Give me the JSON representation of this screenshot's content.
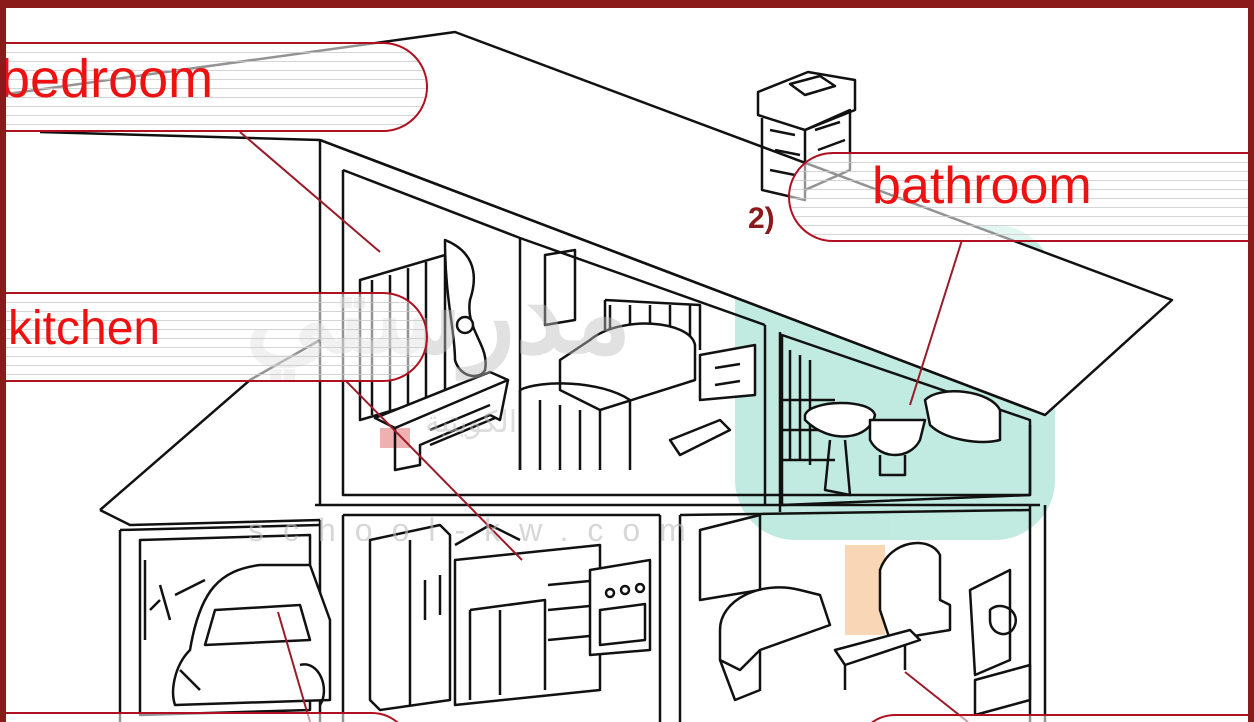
{
  "labels": {
    "bedroom": "bedroom",
    "kitchen": "kitchen",
    "bathroom": "bathroom"
  },
  "markers": {
    "bathroom_number": "2)"
  },
  "watermark": {
    "logo_text": "مدرستي",
    "subtitle": "الكويتية",
    "url": "school-kw.com"
  },
  "colors": {
    "frame": "#8b1a1a",
    "label_text": "#ee1111",
    "label_border": "#b01020",
    "pointer_line": "#9a1c2a",
    "watermark_teal": "#8ed9c8",
    "watermark_orange": "#f5b57a"
  }
}
